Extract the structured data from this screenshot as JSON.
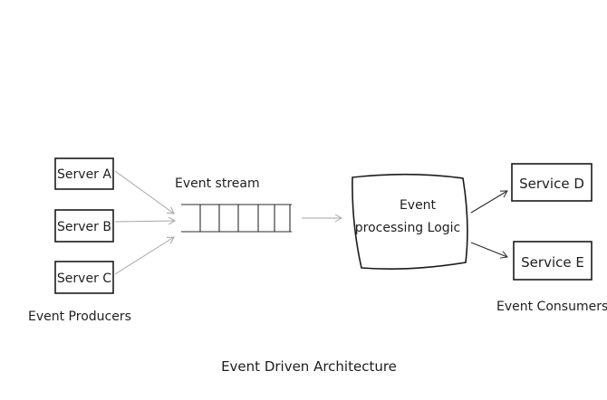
{
  "diagram": {
    "title": "Event Driven Architecture",
    "producers": {
      "caption": "Event Producers",
      "servers": [
        "Server A",
        "Server B",
        "Server C"
      ]
    },
    "stream": {
      "label": "Event stream"
    },
    "processing": {
      "line1": "Event",
      "line2": "processing Logic"
    },
    "consumers": {
      "caption": "Event Consumers",
      "services": [
        "Service D",
        "Service E"
      ]
    },
    "colors": {
      "ink": "#1a1a1a",
      "light_arrow": "#a6a6a6",
      "background": "#ffffff"
    }
  }
}
